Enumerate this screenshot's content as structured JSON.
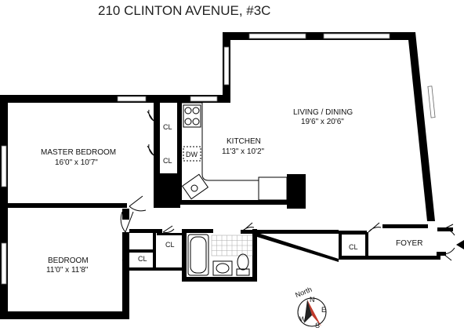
{
  "title": "210 CLINTON AVENUE, #3C",
  "rooms": {
    "living": {
      "name": "LIVING / DINING",
      "size": "19'6\" x 20'6\""
    },
    "kitchen": {
      "name": "KITCHEN",
      "size": "11'3\" x 10'2\""
    },
    "master": {
      "name": "MASTER BEDROOM",
      "size": "16'0\" x 10'7\""
    },
    "bedroom": {
      "name": "BEDROOM",
      "size": "11'0\" x 11'8\""
    },
    "foyer": {
      "name": "FOYER"
    }
  },
  "closet_label": "CL",
  "dishwasher_label": "DW",
  "compass": {
    "label": "North",
    "letters": [
      "N",
      "E",
      "S",
      "W"
    ]
  }
}
